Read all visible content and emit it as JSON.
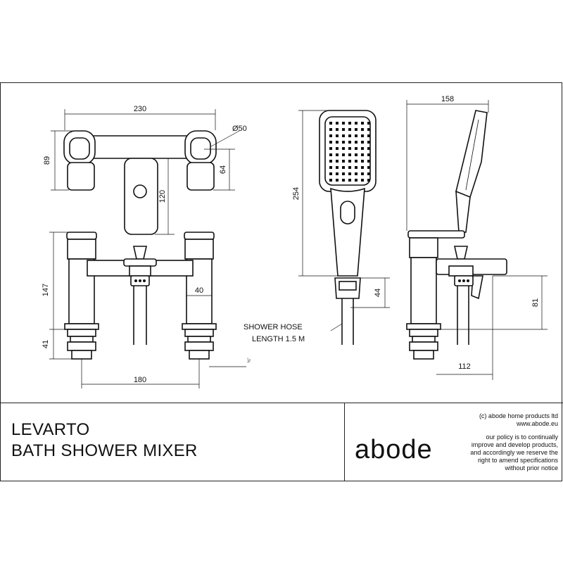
{
  "title_block": {
    "product_name": "LEVARTO",
    "product_type": "BATH SHOWER MIXER",
    "brand": "abode",
    "copyright_lines": [
      "(c) abode home products ltd",
      "www.abode.eu"
    ],
    "policy_lines": [
      "our policy is to continually",
      "improve and develop products,",
      "and accordingly we reserve the",
      "right to amend specifications",
      "without prior notice"
    ]
  },
  "dimensions": {
    "width_top": "230",
    "diameter": "Ø50",
    "height_89": "89",
    "height_64": "64",
    "height_120": "120",
    "height_147": "147",
    "width_40": "40",
    "height_41": "41",
    "base_width_180": "180",
    "thread_note": "¾\"",
    "handset_height": "254",
    "holder_height": "44",
    "side_width": "158",
    "side_height_81": "81",
    "side_width_112": "112"
  },
  "annotations": {
    "hose_line1": "SHOWER HOSE",
    "hose_line2": "LENGTH 1.5 M"
  }
}
